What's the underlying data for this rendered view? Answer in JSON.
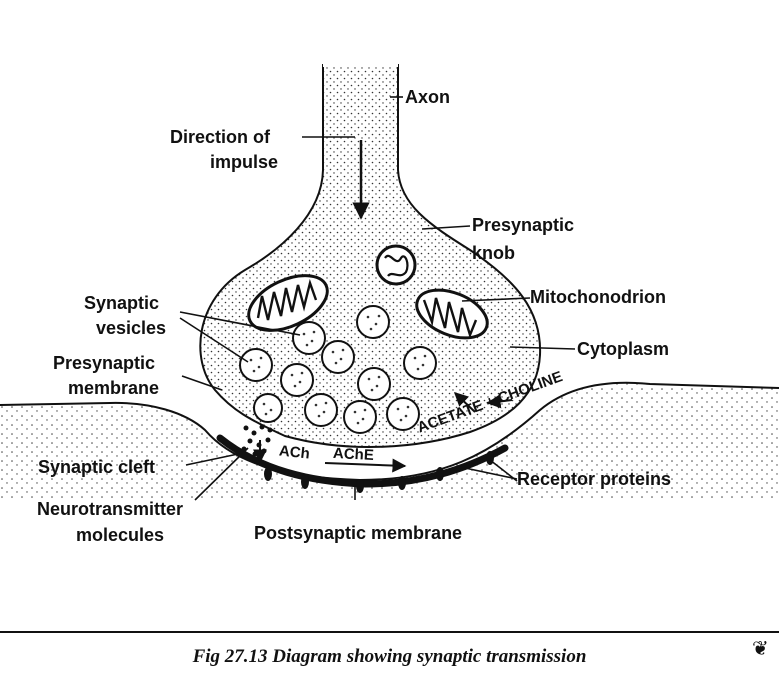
{
  "labels": {
    "axon": "Axon",
    "direction_line1": "Direction of",
    "direction_line2": "impulse",
    "presynaptic_knob_line1": "Presynaptic",
    "presynaptic_knob_line2": "knob",
    "synaptic_vesicles_line1": "Synaptic",
    "synaptic_vesicles_line2": "vesicles",
    "mitochondrion": "Mitochonodrion",
    "cytoplasm": "Cytoplasm",
    "presynaptic_membrane_line1": "Presynaptic",
    "presynaptic_membrane_line2": "membrane",
    "synaptic_cleft": "Synaptic cleft",
    "neurotransmitter_line1": "Neurotransmitter",
    "neurotransmitter_line2": "molecules",
    "postsynaptic_membrane": "Postsynaptic membrane",
    "receptor_proteins": "Receptor proteins"
  },
  "cleft_text": {
    "ach": "ACh",
    "ache": "AChE",
    "acetate_choline": "ACETATE + CHOLINE"
  },
  "caption": "Fig 27.13 Diagram showing synaptic transmission",
  "publisher_mark": "❦"
}
